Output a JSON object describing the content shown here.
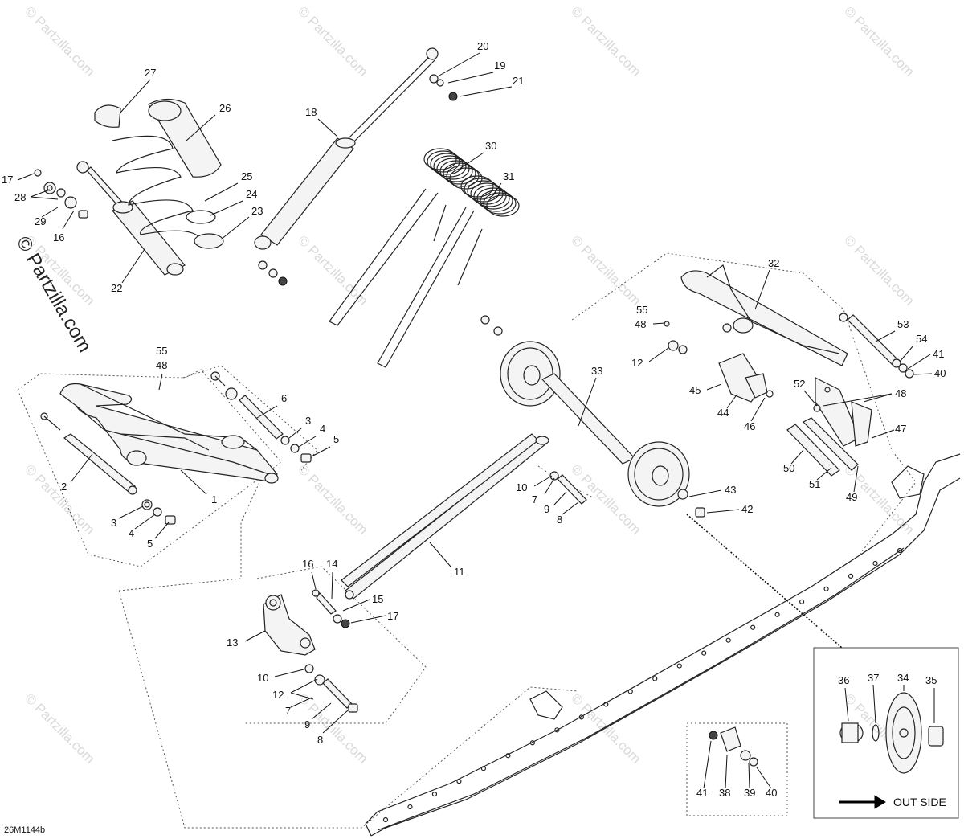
{
  "diagram": {
    "figure_code": "26M1144b",
    "watermark_text": "© Partzilla.com",
    "side_watermark": "© Partzilla.com",
    "detail_legend": "OUT SIDE",
    "callouts": [
      "1",
      "2",
      "3",
      "4",
      "5",
      "6",
      "7",
      "8",
      "9",
      "10",
      "11",
      "12",
      "13",
      "14",
      "15",
      "16",
      "17",
      "18",
      "19",
      "20",
      "21",
      "22",
      "23",
      "24",
      "25",
      "26",
      "27",
      "28",
      "29",
      "30",
      "31",
      "32",
      "33",
      "34",
      "35",
      "36",
      "37",
      "38",
      "39",
      "40",
      "41",
      "42",
      "43",
      "44",
      "45",
      "46",
      "47",
      "48",
      "49",
      "50",
      "51",
      "52",
      "53",
      "54",
      "55"
    ],
    "colors": {
      "line": "#222222",
      "watermark": "#d9d9d9",
      "background": "#ffffff"
    }
  }
}
